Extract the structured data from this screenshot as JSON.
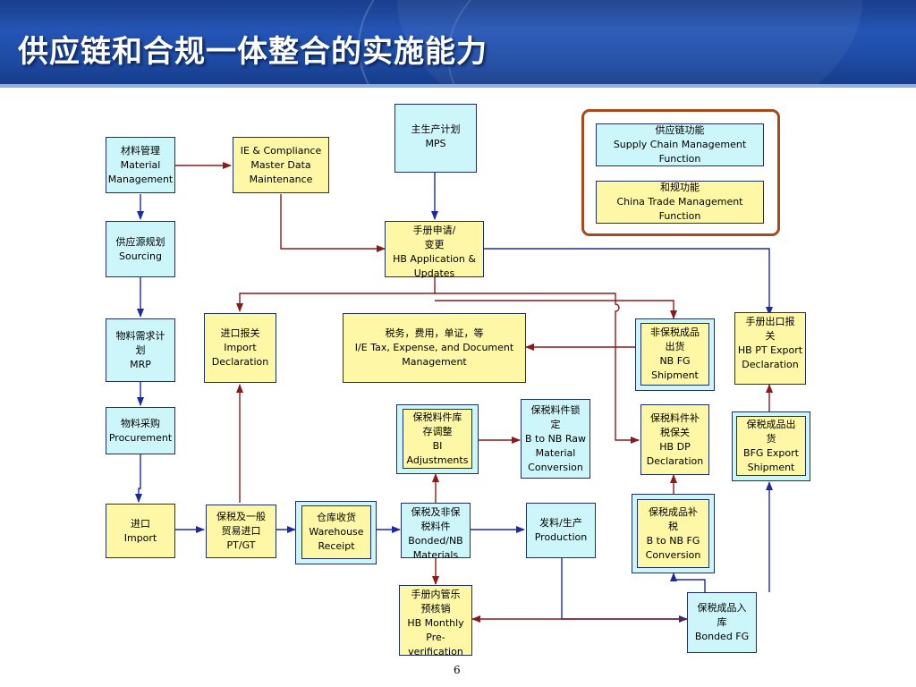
{
  "title": "供应链和合规一体整合的实施能力",
  "page_number": "6",
  "colors": {
    "supply_chain_fill": "#cdf6fb",
    "trade_fill": "#fdf7a6",
    "arrow_blue": "#1c2aa0",
    "arrow_red": "#8b1a1a",
    "legend_border": "#a44a1c"
  },
  "legend": {
    "supply_chain": [
      "供应链功能",
      "Supply Chain Management",
      "Function"
    ],
    "trade": [
      "和规功能",
      "China Trade Management",
      "Function"
    ]
  },
  "nodes": {
    "material_mgmt": [
      "材料管理",
      "Material",
      "Management"
    ],
    "ie_compliance": [
      "IE & Compliance",
      "Master Data",
      "Maintenance"
    ],
    "mps": [
      "主生产计划",
      "MPS"
    ],
    "sourcing": [
      "供应源规划",
      "Sourcing"
    ],
    "hb_application": [
      "手册申请/",
      "变更",
      "HB Application &",
      "Updates"
    ],
    "mrp": [
      "物料需求计",
      "划",
      "MRP"
    ],
    "import_declaration": [
      "进口报关",
      "Import",
      "Declaration"
    ],
    "ie_tax": [
      "税务，费用，单证，等",
      "I/E Tax, Expense, and Document",
      "Management"
    ],
    "nb_fg_shipment": [
      "非保税成品",
      "出货",
      "NB FG",
      "Shipment"
    ],
    "hb_pt_export": [
      "手册出口报",
      "关",
      "HB PT Export",
      "Declaration"
    ],
    "procurement": [
      "物料采购",
      "Procurement"
    ],
    "bi_adjustments": [
      "保税料件库",
      "存调整",
      "BI",
      "Adjustments"
    ],
    "b_to_nb_raw": [
      "保税料件锁",
      "定",
      "B to NB Raw",
      "Material",
      "Conversion"
    ],
    "hb_dp": [
      "保税料件补",
      "税保关",
      "HB DP",
      "Declaration"
    ],
    "bfg_export": [
      "保税成品出",
      "货",
      "BFG Export",
      "Shipment"
    ],
    "import": [
      "进口",
      "Import"
    ],
    "pt_gt": [
      "保税及一般",
      "贸易进口",
      "PT/GT"
    ],
    "warehouse_receipt": [
      "仓库收货",
      "Warehouse",
      "Receipt"
    ],
    "bonded_nb": [
      "保税及非保",
      "税料件",
      "Bonded/NB",
      "Materials"
    ],
    "production": [
      "发料/生产",
      "Production"
    ],
    "b_to_nb_fg": [
      "保税成品补",
      "税",
      "B to NB FG",
      "Conversion"
    ],
    "hb_monthly": [
      "手册内管乐",
      "预核销",
      "HB Monthly",
      "Pre-",
      "verification"
    ],
    "bonded_fg": [
      "保税成品入",
      "库",
      "Bonded FG"
    ]
  }
}
